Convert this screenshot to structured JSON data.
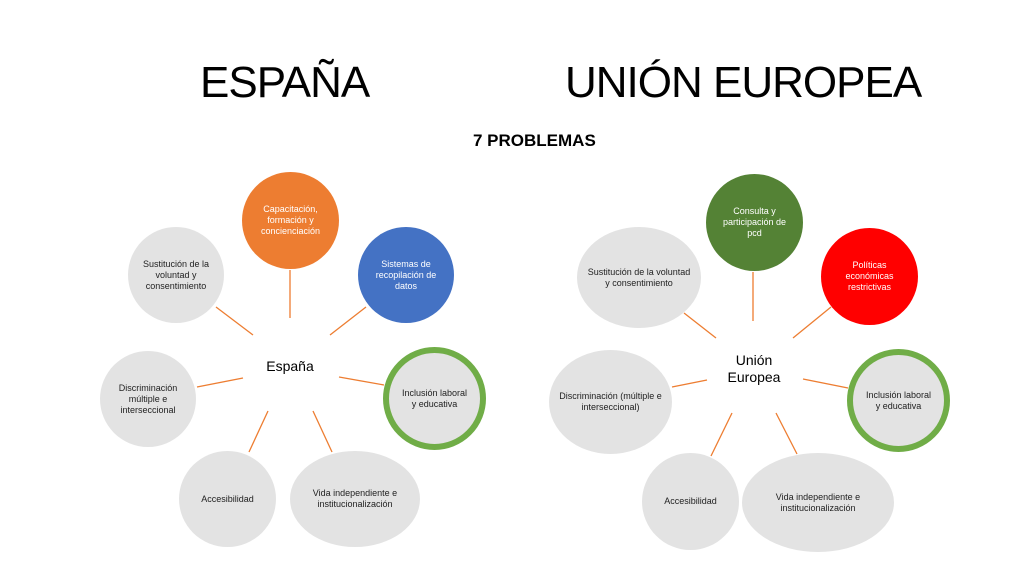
{
  "titles": {
    "left": "ESPAÑA",
    "right": "UNIÓN EUROPEA",
    "subtitle": "7 PROBLEMAS"
  },
  "colors": {
    "gray": "#e3e3e3",
    "orange": "#ed7d31",
    "blue": "#4472c4",
    "green_dark": "#548235",
    "red": "#ff0000",
    "green_ring": "#70ad47",
    "connector": "#ed7d31"
  },
  "spain": {
    "center": "España",
    "nodes": {
      "capacitacion": "Capacitación, formación y concienciación",
      "sistemas": "Sistemas de recopilación de datos",
      "inclusion": "Inclusión laboral y educativa",
      "vida": "Vida independiente e institucionalización",
      "accesibilidad": "Accesibilidad",
      "discriminacion": "Discriminación múltiple e interseccional",
      "sustitucion": "Sustitución de la voluntad y consentimiento"
    }
  },
  "eu": {
    "center": "Unión Europea",
    "nodes": {
      "consulta": "Consulta y participación de pcd",
      "politicas": "Políticas económicas restrictivas",
      "inclusion": "Inclusión laboral y educativa",
      "vida": "Vida independiente e institucionalización",
      "accesibilidad": "Accesibilidad",
      "discriminacion": "Discriminación (múltiple e interseccional)",
      "sustitucion": "Sustitución de la voluntad y consentimiento"
    }
  }
}
